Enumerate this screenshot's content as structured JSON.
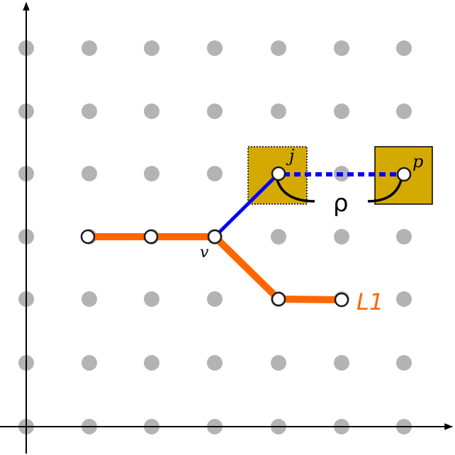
{
  "labels": {
    "node_j": "j",
    "node_p": "p",
    "node_v": "v",
    "rho": "ρ",
    "path_label": "L1"
  },
  "colors": {
    "grid_dot": "#b3b3b3",
    "axis": "#000000",
    "path_l1": "#ff6600",
    "link_blue": "#0000ff",
    "square_fill": "#d4aa00",
    "node_fill": "#ffffff",
    "node_stroke": "#1a1a1a",
    "label_l1": "#ff6600",
    "arc": "#000000"
  },
  "icons": {
    "x_axis": "arrow-right",
    "y_axis": "arrow-up"
  }
}
